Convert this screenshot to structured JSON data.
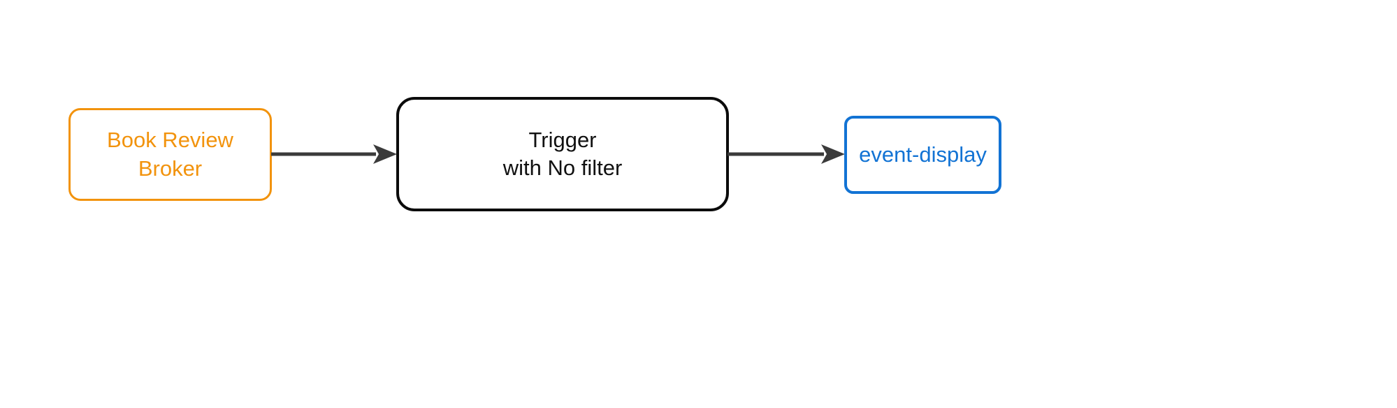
{
  "diagram": {
    "type": "flowchart",
    "orientation": "left-to-right",
    "background_color": "#ffffff",
    "nodes": [
      {
        "id": "broker",
        "label": "Book Review\nBroker",
        "label_line_1": "Book Review",
        "label_line_2": "Broker",
        "role": "source",
        "shape": "rounded-rectangle",
        "border_color": "#F2930D",
        "text_color": "#F2930D",
        "fill_color": "#ffffff"
      },
      {
        "id": "trigger",
        "label": "Trigger\nwith No filter",
        "label_line_1": "Trigger",
        "label_line_2": "with No filter",
        "role": "processor",
        "shape": "rounded-rectangle",
        "border_color": "#0b0b0b",
        "text_color": "#111111",
        "fill_color": "#ffffff"
      },
      {
        "id": "event-display",
        "label": "event-display",
        "role": "sink",
        "shape": "rounded-rectangle",
        "border_color": "#1273D4",
        "text_color": "#1273D4",
        "fill_color": "#ffffff"
      }
    ],
    "edges": [
      {
        "id": "broker-to-trigger",
        "from": "broker",
        "to": "trigger",
        "label": "",
        "color": "#3b3b3b",
        "arrowhead": "filled-triangle"
      },
      {
        "id": "trigger-to-event-display",
        "from": "trigger",
        "to": "event-display",
        "label": "",
        "color": "#3b3b3b",
        "arrowhead": "filled-triangle"
      }
    ]
  }
}
